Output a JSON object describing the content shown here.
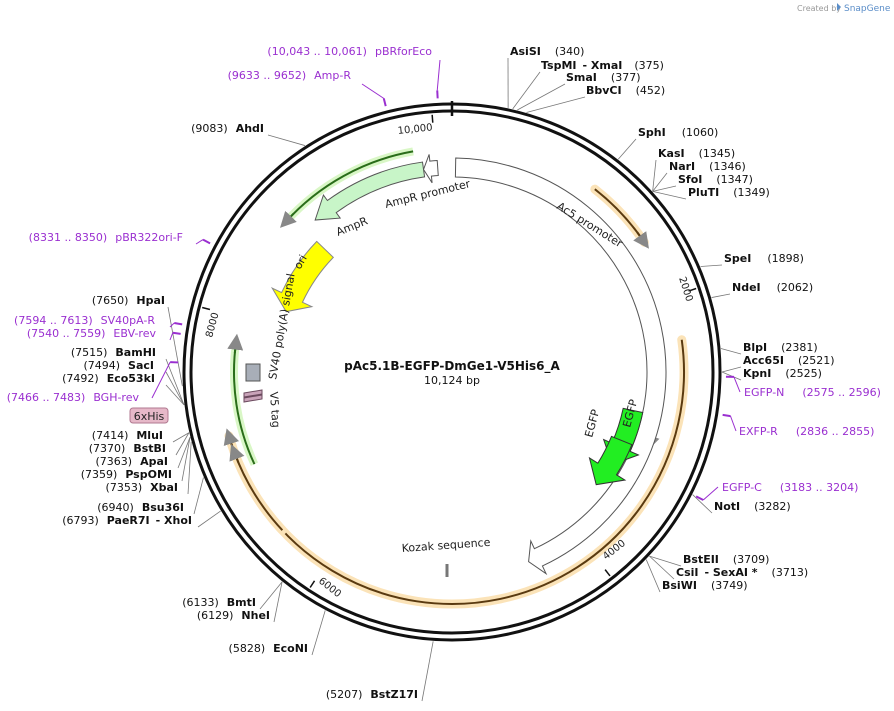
{
  "credit": {
    "text": "Created by",
    "brand": "SnapGene"
  },
  "plasmid": {
    "name": "pAc5.1B-EGFP-DmGe1-V5His6_A",
    "length_label": "10,124 bp"
  },
  "ticks": [
    "2000",
    "4000",
    "6000",
    "8000",
    "10,000"
  ],
  "features": {
    "ampr_promoter": "AmpR promoter",
    "ampr": "AmpR",
    "ori": "ori",
    "sv40": "SV40 poly(A) signal",
    "v5": "V5 tag",
    "his": "6xHis",
    "ac5": "Ac5 promoter",
    "egfp1": "EGFP",
    "egfp2": "EGFP",
    "kozak": "Kozak sequence"
  },
  "colors": {
    "ampr": "#c8f5c8",
    "ori": "#ffff00",
    "egfp": "#22ee22",
    "orf": "#f0a030",
    "primer": "#9a2fd0",
    "his_tag": "#e6b8c8"
  },
  "enzymes_right": [
    {
      "name": "AsiSI",
      "pos": "(340)"
    },
    {
      "name": "TspMI",
      "extra": "- XmaI",
      "pos": "(375)"
    },
    {
      "name": "SmaI",
      "pos": "(377)"
    },
    {
      "name": "BbvCI",
      "pos": "(452)"
    },
    {
      "name": "SphI",
      "pos": "(1060)"
    },
    {
      "name": "KasI",
      "pos": "(1345)"
    },
    {
      "name": "NarI",
      "pos": "(1346)"
    },
    {
      "name": "SfoI",
      "pos": "(1347)"
    },
    {
      "name": "PluTI",
      "pos": "(1349)"
    },
    {
      "name": "SpeI",
      "pos": "(1898)"
    },
    {
      "name": "NdeI",
      "pos": "(2062)"
    },
    {
      "name": "BlpI",
      "pos": "(2381)"
    },
    {
      "name": "Acc65I",
      "pos": "(2521)"
    },
    {
      "name": "KpnI",
      "pos": "(2525)"
    },
    {
      "name": "NotI",
      "pos": "(3282)"
    },
    {
      "name": "BstEII",
      "pos": "(3709)"
    },
    {
      "name": "CsiI",
      "extra": "- SexAI *",
      "pos": "(3713)"
    },
    {
      "name": "BsiWI",
      "pos": "(3749)"
    }
  ],
  "enzymes_left": [
    {
      "name": "AhdI",
      "pos": "(9083)"
    },
    {
      "name": "HpaI",
      "pos": "(7650)"
    },
    {
      "name": "BamHI",
      "pos": "(7515)"
    },
    {
      "name": "SacI",
      "pos": "(7494)"
    },
    {
      "name": "Eco53kI",
      "pos": "(7492)"
    },
    {
      "name": "MluI",
      "pos": "(7414)"
    },
    {
      "name": "BstBI",
      "pos": "(7370)"
    },
    {
      "name": "ApaI",
      "pos": "(7363)"
    },
    {
      "name": "PspOMI",
      "pos": "(7359)"
    },
    {
      "name": "XbaI",
      "pos": "(7353)"
    },
    {
      "name": "Bsu36I",
      "pos": "(6940)"
    },
    {
      "name": "PaeR7I",
      "extra": "- XhoI",
      "pos": "(6793)"
    },
    {
      "name": "BmtI",
      "pos": "(6133)"
    },
    {
      "name": "NheI",
      "pos": "(6129)"
    },
    {
      "name": "EcoNI",
      "pos": "(5828)"
    },
    {
      "name": "BstZ17I",
      "pos": "(5207)"
    }
  ],
  "primers_left": [
    {
      "range": "(10,043 .. 10,061)",
      "name": "pBRforEco"
    },
    {
      "range": "(9633 .. 9652)",
      "name": "Amp-R"
    },
    {
      "range": "(8331 .. 8350)",
      "name": "pBR322ori-F"
    },
    {
      "range": "(7594 .. 7613)",
      "name": "SV40pA-R"
    },
    {
      "range": "(7540 .. 7559)",
      "name": "EBV-rev"
    },
    {
      "range": "(7466 .. 7483)",
      "name": "BGH-rev"
    }
  ],
  "primers_right": [
    {
      "name": "EGFP-N",
      "range": "(2575 .. 2596)"
    },
    {
      "name": "EXFP-R",
      "range": "(2836 .. 2855)"
    },
    {
      "name": "EGFP-C",
      "range": "(3183 .. 3204)"
    }
  ]
}
